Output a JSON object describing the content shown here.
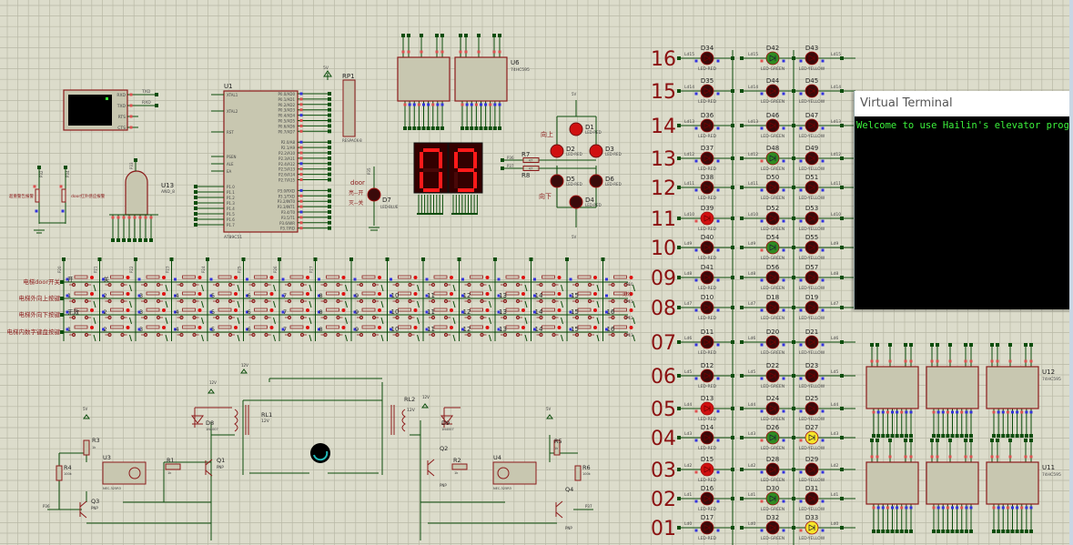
{
  "terminal": {
    "title": "Virtual Terminal",
    "text": "Welcome to use Hailin's elevator program"
  },
  "colors": {
    "background": "#dcdccb",
    "wire": "#0b4d0b",
    "component_border": "#8b1a1a",
    "component_fill": "#c8c7b0",
    "floor_label": "#8b1010",
    "led_off": "#3a0a0a",
    "led_red_on": "#d01010",
    "led_green_on": "#2e8b22",
    "led_yellow_on": "#f5e52a",
    "terminal_text": "#3cf23c"
  },
  "floors": [
    {
      "label": "16",
      "net": "Ld15",
      "red": "D34",
      "green": "D42",
      "yellow": "D43",
      "red_on": false,
      "green_on": true,
      "yellow_on": false
    },
    {
      "label": "15",
      "net": "Ld14",
      "red": "D35",
      "green": "D44",
      "yellow": "D45",
      "red_on": false,
      "green_on": false,
      "yellow_on": false
    },
    {
      "label": "14",
      "net": "Ld13",
      "red": "D36",
      "green": "D46",
      "yellow": "D47",
      "red_on": false,
      "green_on": false,
      "yellow_on": false
    },
    {
      "label": "13",
      "net": "Ld12",
      "red": "D37",
      "green": "D48",
      "yellow": "D49",
      "red_on": false,
      "green_on": true,
      "yellow_on": false
    },
    {
      "label": "12",
      "net": "Ld11",
      "red": "D38",
      "green": "D50",
      "yellow": "D51",
      "red_on": false,
      "green_on": false,
      "yellow_on": false
    },
    {
      "label": "11",
      "net": "Ld10",
      "red": "D39",
      "green": "D52",
      "yellow": "D53",
      "red_on": true,
      "green_on": false,
      "yellow_on": false
    },
    {
      "label": "10",
      "net": "Ld9",
      "red": "D40",
      "green": "D54",
      "yellow": "D55",
      "red_on": false,
      "green_on": true,
      "yellow_on": false
    },
    {
      "label": "09",
      "net": "Ld8",
      "red": "D41",
      "green": "D56",
      "yellow": "D57",
      "red_on": false,
      "green_on": false,
      "yellow_on": false
    },
    {
      "label": "08",
      "net": "Ld7",
      "red": "D10",
      "green": "D18",
      "yellow": "D19",
      "red_on": false,
      "green_on": false,
      "yellow_on": false
    },
    {
      "label": "07",
      "net": "Ld6",
      "red": "D11",
      "green": "D20",
      "yellow": "D21",
      "red_on": false,
      "green_on": false,
      "yellow_on": false
    },
    {
      "label": "06",
      "net": "Ld5",
      "red": "D12",
      "green": "D22",
      "yellow": "D23",
      "red_on": false,
      "green_on": false,
      "yellow_on": false
    },
    {
      "label": "05",
      "net": "Ld4",
      "red": "D13",
      "green": "D24",
      "yellow": "D25",
      "red_on": true,
      "green_on": false,
      "yellow_on": false
    },
    {
      "label": "04",
      "net": "Ld3",
      "red": "D14",
      "green": "D26",
      "yellow": "D27",
      "red_on": false,
      "green_on": true,
      "yellow_on": true
    },
    {
      "label": "03",
      "net": "Ld2",
      "red": "D15",
      "green": "D28",
      "yellow": "D29",
      "red_on": true,
      "green_on": false,
      "yellow_on": false
    },
    {
      "label": "02",
      "net": "Ld1",
      "red": "D16",
      "green": "D30",
      "yellow": "D31",
      "red_on": false,
      "green_on": true,
      "yellow_on": false
    },
    {
      "label": "01",
      "net": "Ld0",
      "red": "D17",
      "green": "D32",
      "yellow": "D33",
      "red_on": false,
      "green_on": false,
      "yellow_on": true
    }
  ],
  "led_types": {
    "red": "LED-RED",
    "green": "LED-GREEN",
    "yellow": "LED-YELLOW",
    "blue": "LED-BLUE"
  },
  "seven_segment": {
    "digits": [
      "0",
      "9"
    ]
  },
  "direction_leds": {
    "up_label": "向上",
    "down_label": "向下",
    "up": [
      "D1",
      "D2",
      "D3"
    ],
    "down": [
      "D5",
      "D6",
      "D4"
    ],
    "resistors": [
      {
        "name": "R7",
        "value": "47",
        "net": "P36"
      },
      {
        "name": "R8",
        "value": "47",
        "net": "P37"
      }
    ],
    "supply": "5V"
  },
  "door_led": {
    "title": "door",
    "line1": "亮--开",
    "line2": "灭--关",
    "name": "D7",
    "net": "P35"
  },
  "mcu": {
    "name": "U1",
    "part": "AT89C51",
    "left_pins": [
      "XTAL1",
      "XTAL2",
      "RST",
      "PSEN",
      "ALE",
      "EA",
      "P1.0",
      "P1.1",
      "P1.2",
      "P1.3",
      "P1.4",
      "P1.5",
      "P1.6",
      "P1.7"
    ],
    "right_pins": [
      "P0.0/AD0",
      "P0.1/AD1",
      "P0.2/AD2",
      "P0.3/AD3",
      "P0.4/AD4",
      "P0.5/AD5",
      "P0.6/AD6",
      "P0.7/AD7",
      "P2.0/A8",
      "P2.1/A9",
      "P2.2/A10",
      "P2.3/A11",
      "P2.4/A12",
      "P2.5/A13",
      "P2.6/A14",
      "P2.7/A15",
      "P3.0/RXD",
      "P3.1/TXD",
      "P3.2/INT0",
      "P3.3/INT1",
      "P3.4/T0",
      "P3.5/T1",
      "P3.6/WR",
      "P3.7/RD"
    ]
  },
  "resistor_pack": {
    "name": "RP1",
    "part": "RESPACK-8",
    "supply": "5V"
  },
  "serial": {
    "pins": [
      "RXD",
      "TXD",
      "RTS",
      "CTS"
    ],
    "nets": [
      "TXD",
      "RXD"
    ]
  },
  "and_gate": {
    "name": "U13",
    "part": "AND_8",
    "net": "P33"
  },
  "sensor_switches": [
    {
      "label": "超重警告报警",
      "net": "P32"
    },
    {
      "label": "door红外感应报警",
      "net": "P34"
    }
  ],
  "shift_registers": [
    {
      "name": "U6",
      "part": "74HC595"
    },
    {
      "name": "U12",
      "part": "74HC595"
    },
    {
      "name": "U11",
      "part": "74HC595"
    }
  ],
  "keypad": {
    "row_labels": [
      "电梯door开关",
      "电梯外向上按键",
      "电梯外向下按键",
      "电梯内数字键盘按键"
    ],
    "col_nets": [
      "P20",
      "P21",
      "P22",
      "P23",
      "P24",
      "P25",
      "P26",
      "P27"
    ],
    "rows": [
      [
        "开",
        "关",
        "",
        "",
        "",
        "",
        "",
        "",
        "",
        "",
        "",
        "",
        "",
        "",
        "",
        ""
      ],
      [
        "1",
        "2",
        "3",
        "4",
        "5",
        "6",
        "7",
        "8",
        "9",
        "10",
        "11",
        "12",
        "13",
        "14",
        "15",
        ""
      ],
      [
        "无效",
        "2",
        "3",
        "4",
        "5",
        "6",
        "7",
        "8",
        "9",
        "10",
        "11",
        "12",
        "13",
        "14",
        "15",
        "16"
      ],
      [
        "1",
        "2",
        "3",
        "4",
        "5",
        "6",
        "7",
        "8",
        "9",
        "10",
        "11",
        "12",
        "13",
        "14",
        "15",
        "16"
      ]
    ],
    "right_nets": [
      "P10",
      "P11",
      "P12",
      "P13"
    ],
    "invalid_label": "无效"
  },
  "motor_driver": {
    "labels": [
      {
        "id": "rl1",
        "text": "RL1"
      },
      {
        "id": "rl1v",
        "text": "12V"
      },
      {
        "id": "rl2",
        "text": "RL2"
      },
      {
        "id": "rl2v",
        "text": "12V"
      },
      {
        "id": "d8",
        "text": "D8"
      },
      {
        "id": "d8p",
        "text": "1N4007"
      },
      {
        "id": "d9",
        "text": "D9"
      },
      {
        "id": "d9p",
        "text": "1N4007"
      },
      {
        "id": "q1",
        "text": "Q1"
      },
      {
        "id": "q1p",
        "text": "PNP"
      },
      {
        "id": "q2",
        "text": "Q2"
      },
      {
        "id": "q2p",
        "text": "PNP"
      },
      {
        "id": "q3",
        "text": "Q3"
      },
      {
        "id": "q3p",
        "text": "PNP"
      },
      {
        "id": "q4",
        "text": "Q4"
      },
      {
        "id": "q4p",
        "text": "PNP"
      },
      {
        "id": "r1",
        "text": "R1"
      },
      {
        "id": "r1v",
        "text": "1k"
      },
      {
        "id": "r2",
        "text": "R2"
      },
      {
        "id": "r2v",
        "text": "1k"
      },
      {
        "id": "r3",
        "text": "R3"
      },
      {
        "id": "r3v",
        "text": "1k"
      },
      {
        "id": "r4",
        "text": "R4"
      },
      {
        "id": "r4v",
        "text": "100k"
      },
      {
        "id": "r5",
        "text": "R5"
      },
      {
        "id": "r5v",
        "text": "1k"
      },
      {
        "id": "r6",
        "text": "R6"
      },
      {
        "id": "r6v",
        "text": "100k"
      },
      {
        "id": "u3",
        "text": "U3"
      },
      {
        "id": "u3p",
        "text": "NEC-325R3"
      },
      {
        "id": "u4",
        "text": "U4"
      },
      {
        "id": "u4p",
        "text": "NEC-325R3"
      },
      {
        "id": "v12a",
        "text": "12V"
      },
      {
        "id": "v12b",
        "text": "12V"
      },
      {
        "id": "v12c",
        "text": "12V"
      },
      {
        "id": "v5a",
        "text": "5V"
      },
      {
        "id": "v5b",
        "text": "5V"
      },
      {
        "id": "p36",
        "text": "P36"
      },
      {
        "id": "p37",
        "text": "P37"
      }
    ]
  }
}
